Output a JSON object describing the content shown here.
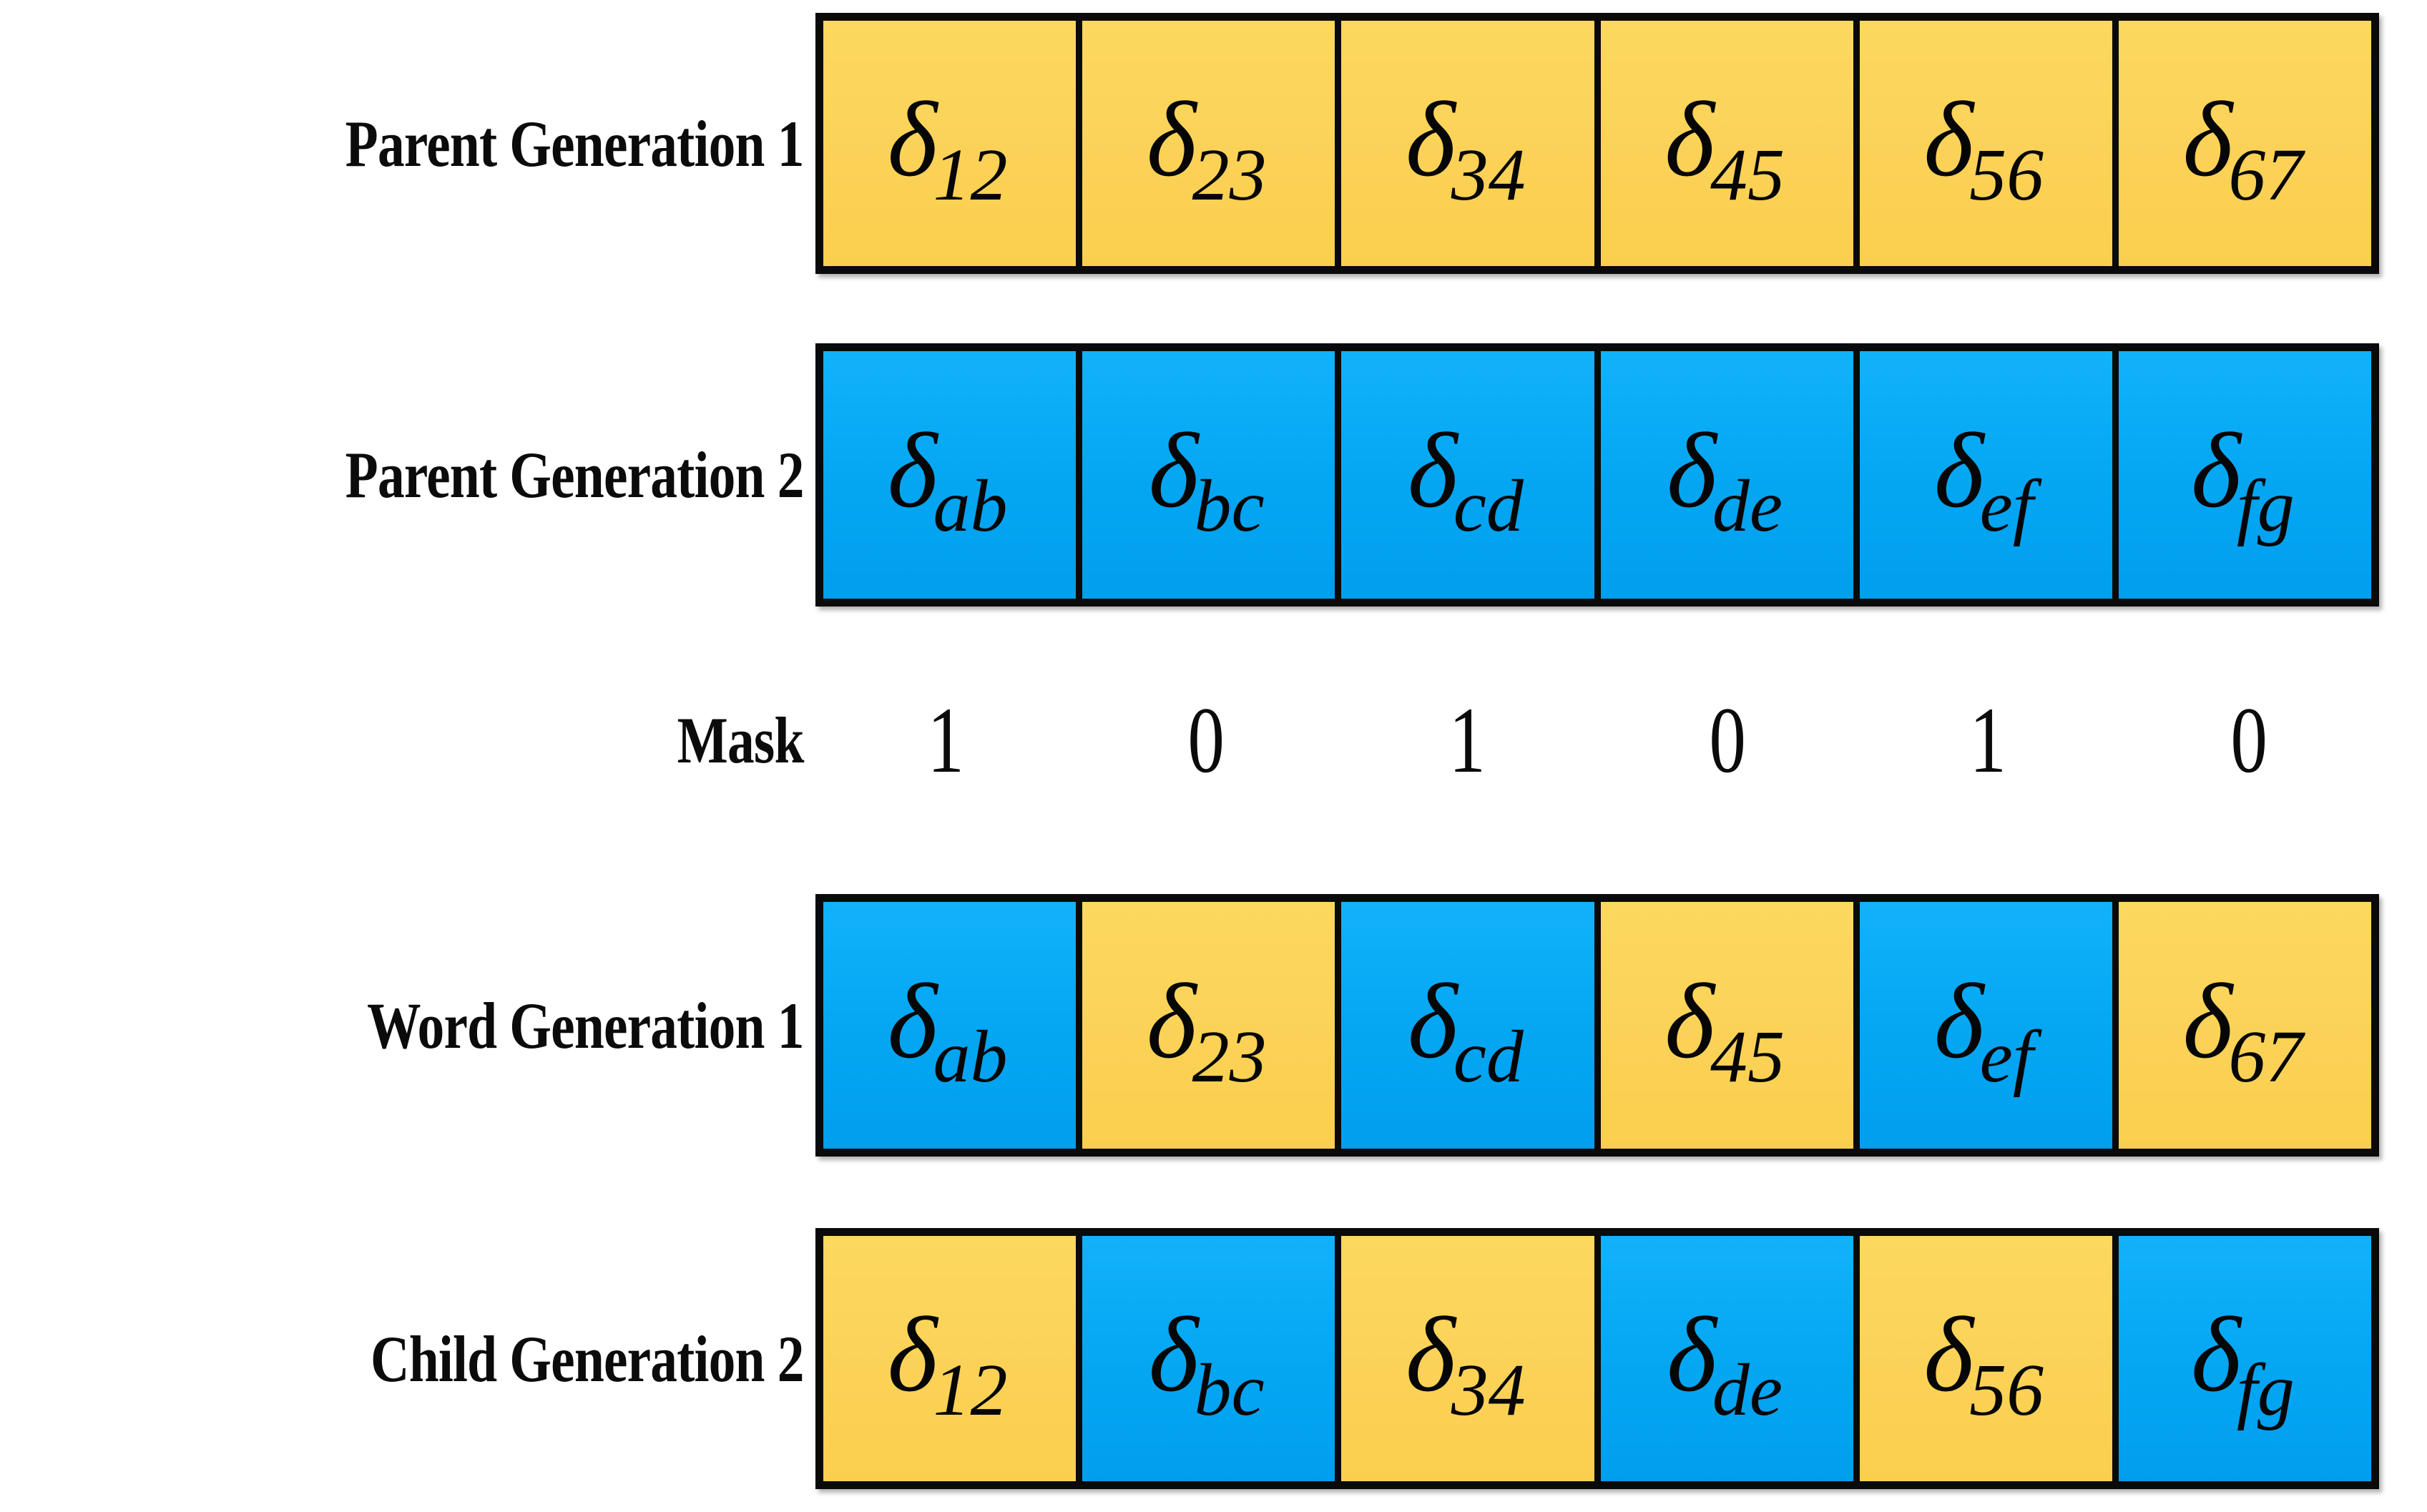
{
  "figure": {
    "kind": "genetic-algorithm-uniform-crossover-diagram",
    "colors": {
      "parent1": "#FBD257",
      "parent2": "#04A6F2",
      "border": "#0A0A0A",
      "text": "#0B0B0B",
      "background": "#FFFFFF"
    }
  },
  "rows": [
    {
      "label": "Parent Generation 1",
      "cells": [
        {
          "symbol": "δ",
          "subscript": "12",
          "color": "yellow"
        },
        {
          "symbol": "δ",
          "subscript": "23",
          "color": "yellow"
        },
        {
          "symbol": "δ",
          "subscript": "34",
          "color": "yellow"
        },
        {
          "symbol": "δ",
          "subscript": "45",
          "color": "yellow"
        },
        {
          "symbol": "δ",
          "subscript": "56",
          "color": "yellow"
        },
        {
          "symbol": "δ",
          "subscript": "67",
          "color": "yellow"
        }
      ]
    },
    {
      "label": "Parent Generation 2",
      "cells": [
        {
          "symbol": "δ",
          "subscript": "ab",
          "color": "blue"
        },
        {
          "symbol": "δ",
          "subscript": "bc",
          "color": "blue"
        },
        {
          "symbol": "δ",
          "subscript": "cd",
          "color": "blue"
        },
        {
          "symbol": "δ",
          "subscript": "de",
          "color": "blue"
        },
        {
          "symbol": "δ",
          "subscript": "ef",
          "color": "blue"
        },
        {
          "symbol": "δ",
          "subscript": "fg",
          "color": "blue"
        }
      ]
    },
    {
      "label": "Word Generation 1",
      "cells": [
        {
          "symbol": "δ",
          "subscript": "ab",
          "color": "blue"
        },
        {
          "symbol": "δ",
          "subscript": "23",
          "color": "yellow"
        },
        {
          "symbol": "δ",
          "subscript": "cd",
          "color": "blue"
        },
        {
          "symbol": "δ",
          "subscript": "45",
          "color": "yellow"
        },
        {
          "symbol": "δ",
          "subscript": "ef",
          "color": "blue"
        },
        {
          "symbol": "δ",
          "subscript": "67",
          "color": "yellow"
        }
      ]
    },
    {
      "label": "Child Generation 2",
      "cells": [
        {
          "symbol": "δ",
          "subscript": "12",
          "color": "yellow"
        },
        {
          "symbol": "δ",
          "subscript": "bc",
          "color": "blue"
        },
        {
          "symbol": "δ",
          "subscript": "34",
          "color": "yellow"
        },
        {
          "symbol": "δ",
          "subscript": "de",
          "color": "blue"
        },
        {
          "symbol": "δ",
          "subscript": "56",
          "color": "yellow"
        },
        {
          "symbol": "δ",
          "subscript": "fg",
          "color": "blue"
        }
      ]
    }
  ],
  "mask": {
    "label": "Mask",
    "values": [
      "1",
      "0",
      "1",
      "0",
      "1",
      "0"
    ]
  }
}
